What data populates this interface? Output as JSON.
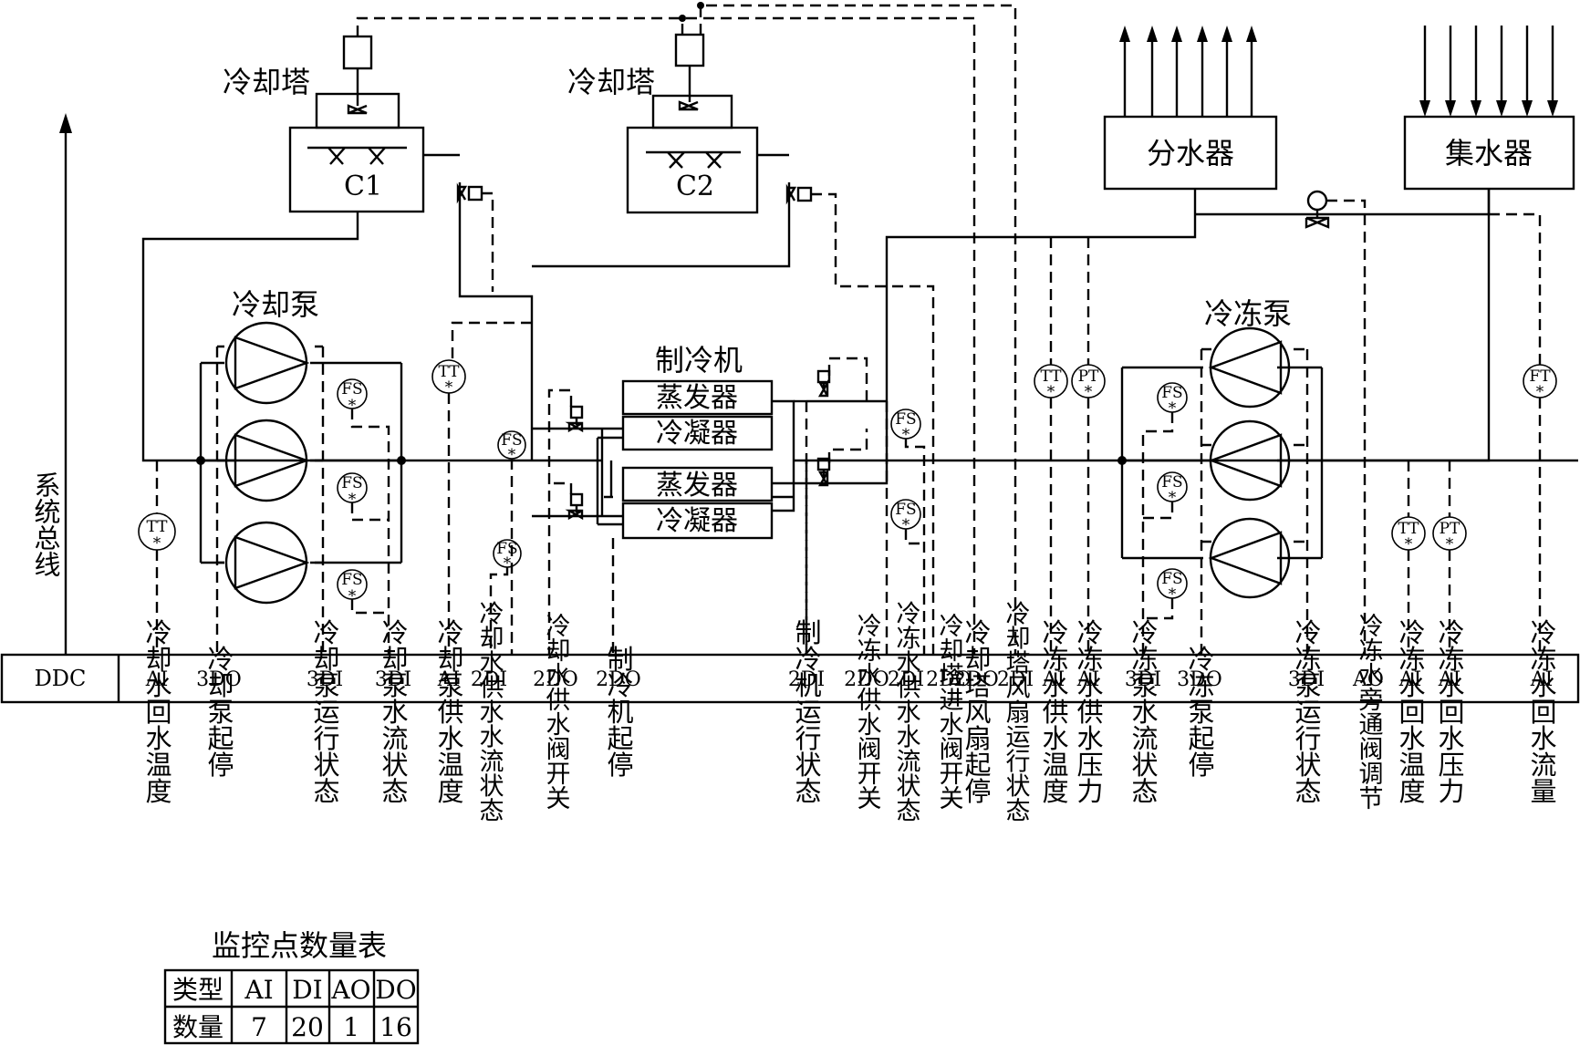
{
  "equipment": {
    "cooling_tower_label": "冷却塔",
    "tower_1": "C1",
    "tower_2": "C2",
    "distributor": "分水器",
    "collector": "集水器",
    "cooling_pump": "冷却泵",
    "chilled_pump": "冷冻泵",
    "chiller": "制冷机",
    "evaporator": "蒸发器",
    "condenser": "冷凝器",
    "system_bus": "系统总线",
    "ddc": "DDC"
  },
  "instruments": {
    "tt": "TT",
    "pt": "PT",
    "fs": "FS",
    "ft": "FT",
    "star": "*"
  },
  "signals": [
    {
      "type": "AI",
      "desc": "冷却水回水温度"
    },
    {
      "type": "3DO",
      "desc": "冷却泵起停"
    },
    {
      "type": "3DI",
      "desc": "冷却泵运行状态"
    },
    {
      "type": "3DI",
      "desc": "冷却泵水流状态"
    },
    {
      "type": "AI",
      "desc": "冷却泵供水温度"
    },
    {
      "type": "2DI",
      "desc": "冷却水供水水流状态"
    },
    {
      "type": "2DO",
      "desc": "冷却水供水阀开关"
    },
    {
      "type": "2DO",
      "desc": "制冷机起停"
    },
    {
      "type": "2DI",
      "desc": "制冷机运行状态"
    },
    {
      "type": "2DO",
      "desc": "冷冻水供水阀开关"
    },
    {
      "type": "2DI",
      "desc": "冷冻水供水水流状态"
    },
    {
      "type": "2DO",
      "desc": "冷却塔进水阀开关"
    },
    {
      "type": "2DO",
      "desc": "冷却塔风扇起停"
    },
    {
      "type": "2DI",
      "desc": "冷却塔风扇运行状态"
    },
    {
      "type": "AI",
      "desc": "冷冻水供水温度"
    },
    {
      "type": "AI",
      "desc": "冷冻水供水压力"
    },
    {
      "type": "3DI",
      "desc": "冷冻泵水流状态"
    },
    {
      "type": "3DO",
      "desc": "冷冻泵起停"
    },
    {
      "type": "3DI",
      "desc": "冷冻泵运行状态"
    },
    {
      "type": "AO",
      "desc": "冷冻水旁通阀调节"
    },
    {
      "type": "AI",
      "desc": "冷冻水回水温度"
    },
    {
      "type": "AI",
      "desc": "冷冻水回水压力"
    },
    {
      "type": "AI",
      "desc": "冷冻水回水流量"
    }
  ],
  "table": {
    "title": "监控点数量表",
    "header": [
      "类型",
      "AI",
      "DI",
      "AO",
      "DO"
    ],
    "row": [
      "数量",
      "7",
      "20",
      "1",
      "16"
    ]
  }
}
